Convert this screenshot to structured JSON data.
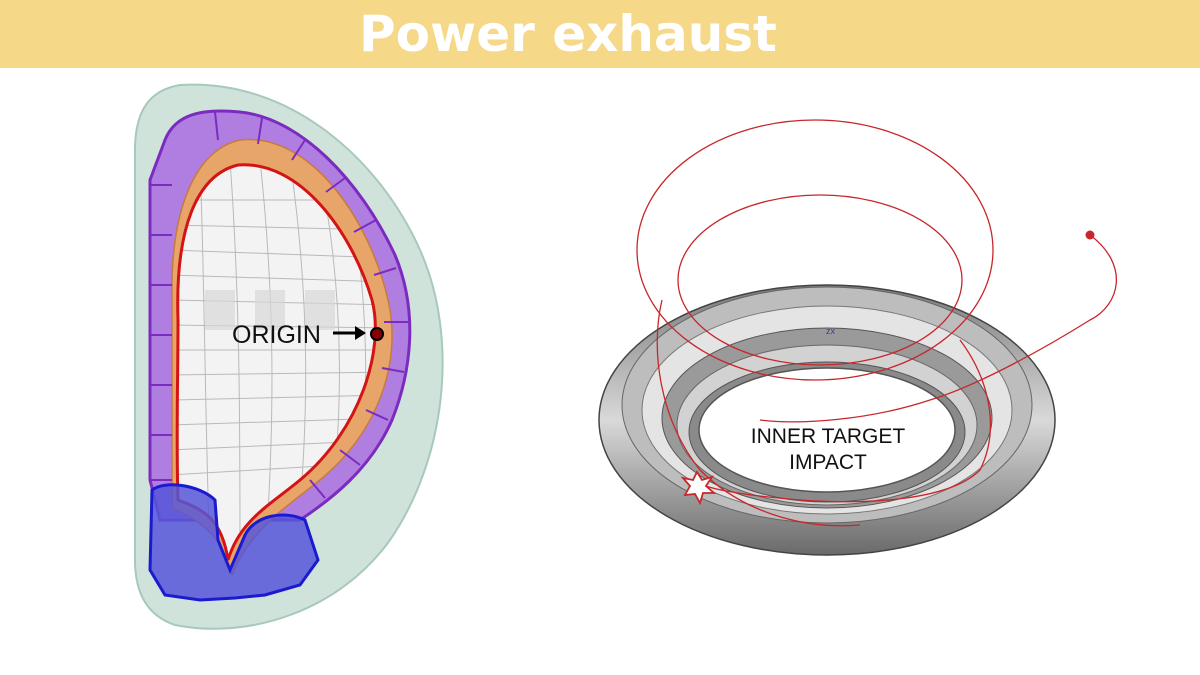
{
  "title": "Power exhaust",
  "left_panel": {
    "origin_label": "ORIGIN",
    "colors": {
      "vessel": "#cfe3db",
      "vessel_edge": "#a9c8bd",
      "blanket": "#a46bd9",
      "blanket_edge": "#7b2bbf",
      "plasma_fill": "#e8a56a",
      "separatrix": "#d41414",
      "divertor": "#4b4bd6",
      "divertor_edge": "#1a1ad0"
    }
  },
  "right_panel": {
    "impact_label_line1": "INNER TARGET",
    "impact_label_line2": "IMPACT",
    "axis_glyph": "zx",
    "colors": {
      "torus_dark": "#555555",
      "torus_light": "#cfcfcf",
      "trajectory": "#c8262a"
    }
  }
}
